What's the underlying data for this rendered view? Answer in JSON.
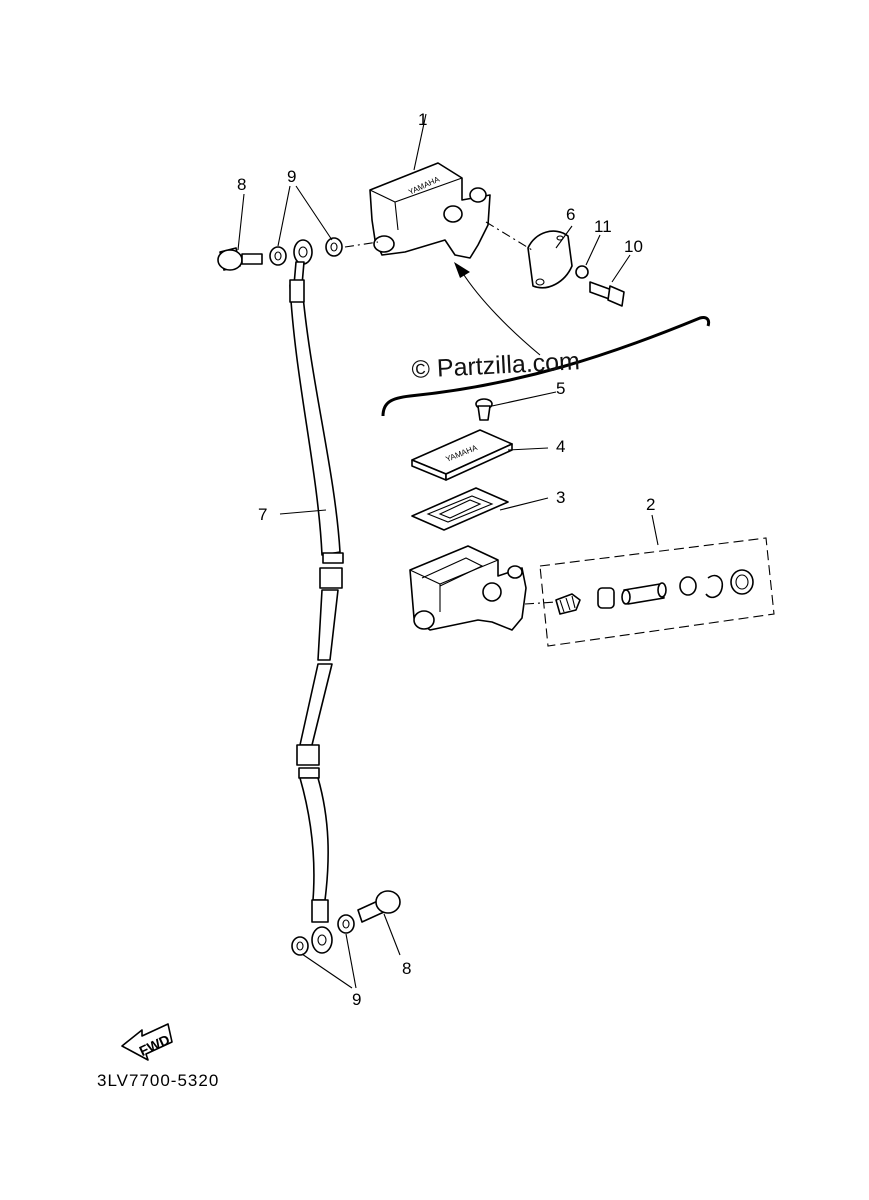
{
  "watermark": "© Partzilla.com",
  "diagram_code": "3LV7700-5320",
  "forward_label": "FWD",
  "brand_stamp": "YAMAHA",
  "callouts": {
    "c1": "1",
    "c2": "2",
    "c3": "3",
    "c4": "4",
    "c5": "5",
    "c6": "6",
    "c7": "7",
    "c8_top": "8",
    "c8_bottom": "8",
    "c9_top": "9",
    "c9_bottom": "9",
    "c10": "10",
    "c11": "11"
  }
}
